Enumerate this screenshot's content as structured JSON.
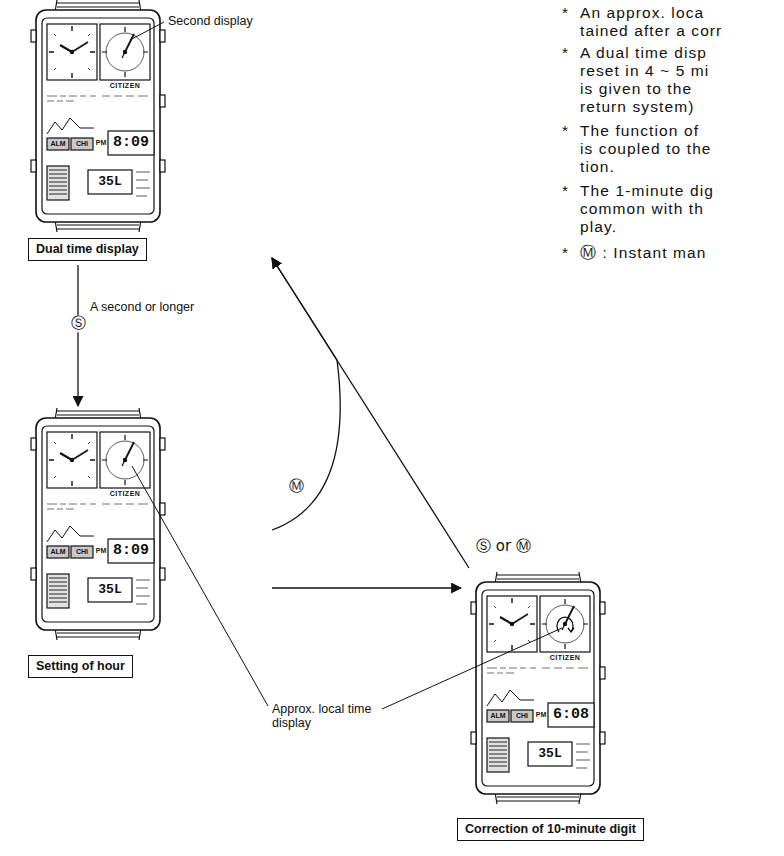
{
  "diagram": {
    "nodes": [
      {
        "text": [
          "Dual time display"
        ]
      },
      {
        "text": [
          "Setting of hour"
        ]
      },
      {
        "text": [
          "Correction of 10-minute digit"
        ]
      }
    ],
    "edges": [
      {
        "from": 0,
        "to": 1,
        "arrow": "to",
        "label": "A second or longer"
      },
      {
        "from": 1,
        "to": 2,
        "arrow": "to"
      },
      {
        "from": 1,
        "to": 0,
        "arrow": "to",
        "label": "Ⓜ"
      },
      {
        "from": 2,
        "to": 0,
        "arrow": "to",
        "label": "Ⓢ or Ⓜ"
      }
    ],
    "labels": [
      "Second display",
      "Approx. local time display",
      "Ⓢ",
      "*",
      "An approx. loca",
      "tained after a corr",
      "*",
      "A dual time disp",
      "reset in 4 ~ 5 mi",
      "is given to the",
      "return system)",
      "*",
      "The function of",
      "is coupled to the",
      "tion.",
      "*",
      "The 1-minute dig",
      "common with th",
      "play.",
      "*",
      "Ⓜ : Instant man",
      "CITIZEN",
      "ALM",
      "CHI",
      "PM",
      "8:09",
      "35L",
      "CITIZEN",
      "ALM",
      "CHI",
      "PM",
      "8:09",
      "35L",
      "CITIZEN",
      "ALM",
      "CHI",
      "PM",
      "6:08",
      "35L"
    ]
  }
}
